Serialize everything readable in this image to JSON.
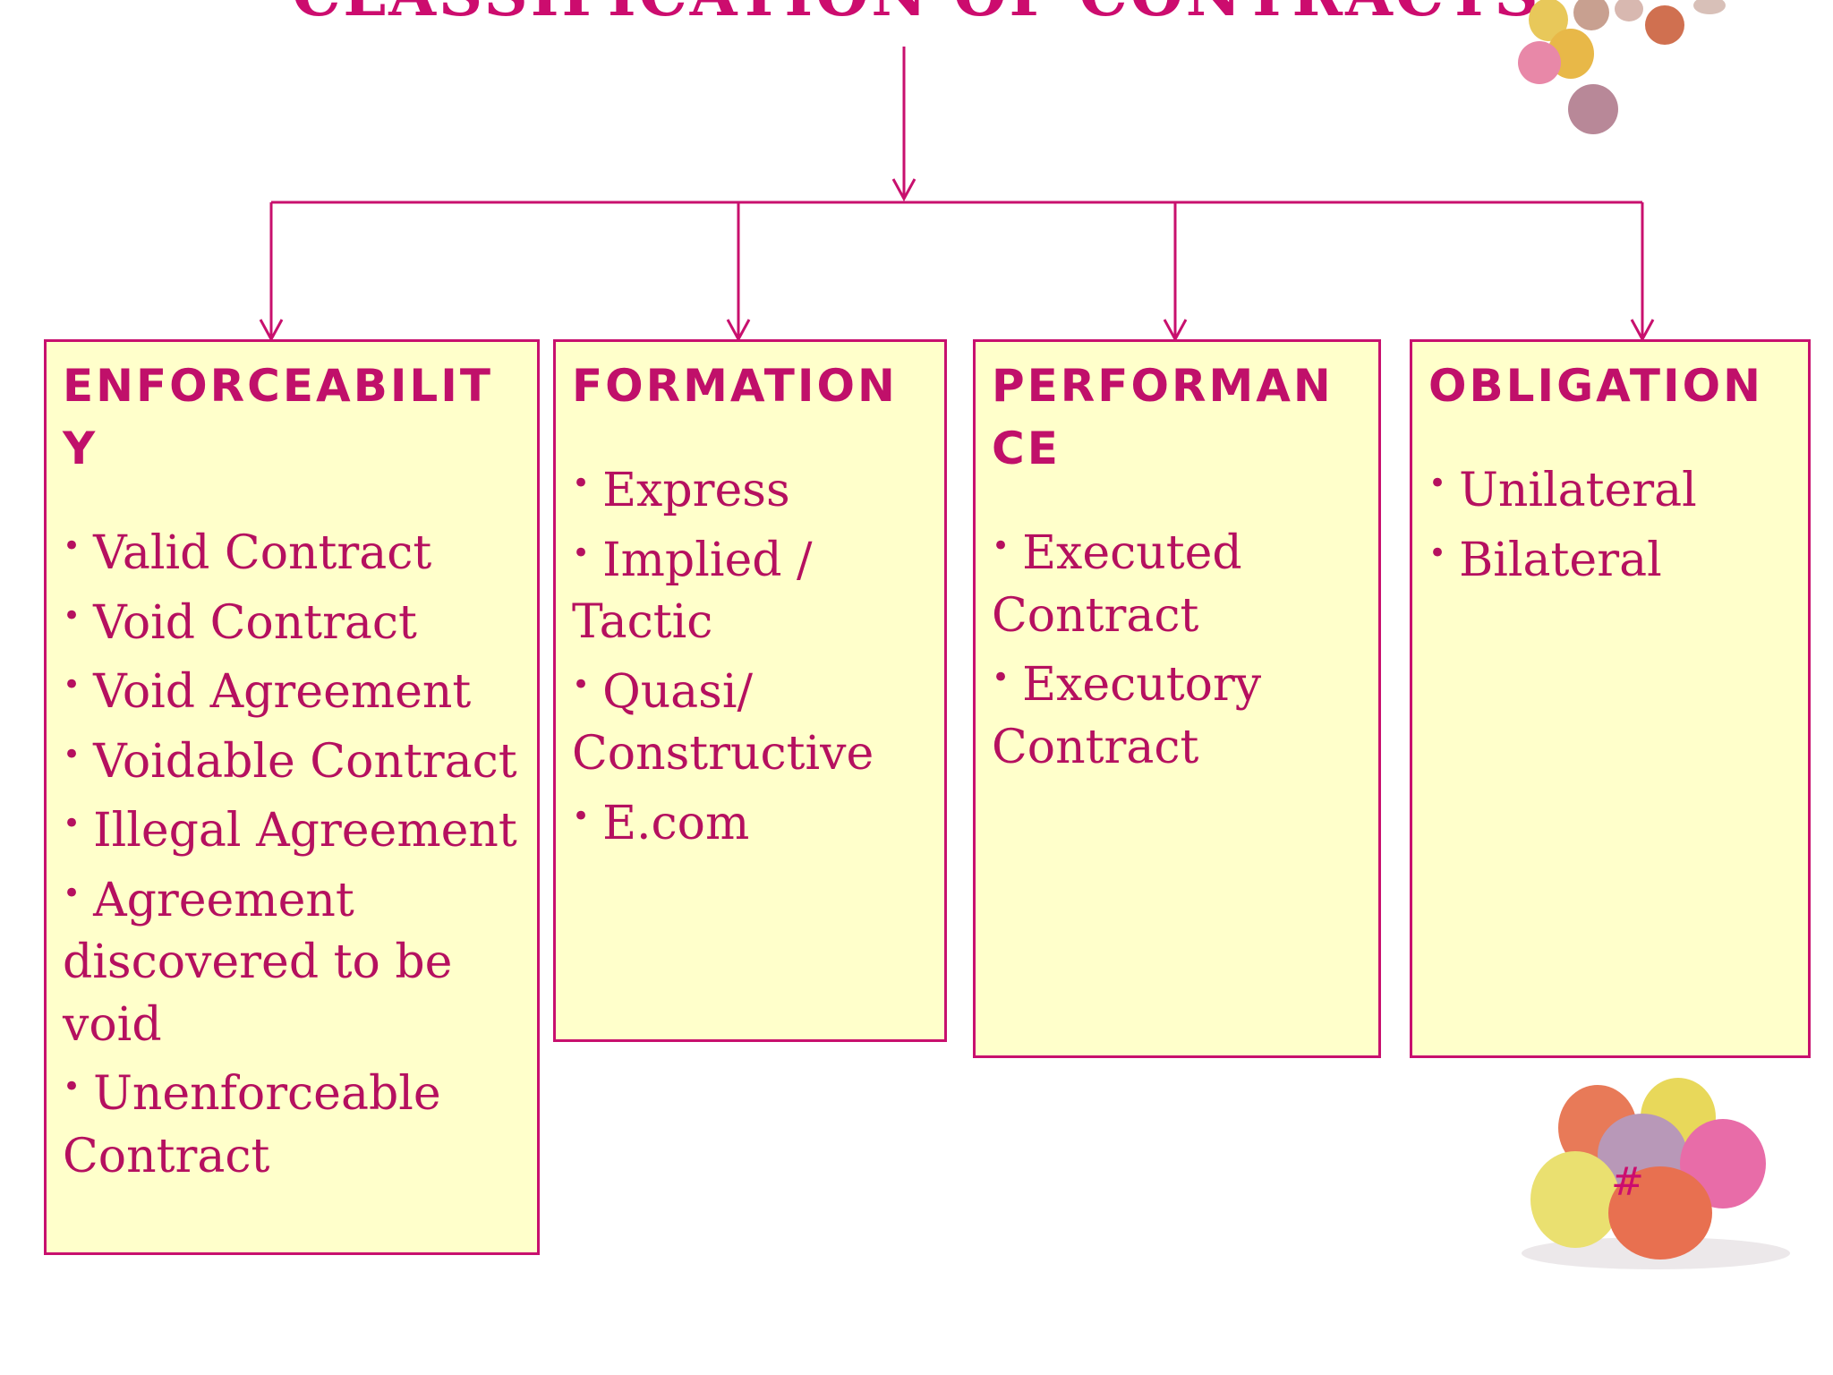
{
  "title": "CLASSIFICATION OF CONTRACTS",
  "colors": {
    "accent": "#cc0c6e",
    "box_fill": "#ffffcb",
    "box_border": "#c8106e"
  },
  "categories": [
    {
      "heading": "ENFORCEABILITY",
      "items": [
        "Valid Contract",
        "Void Contract",
        "Void Agreement",
        "Voidable Contract",
        "Illegal Agreement",
        "Agreement discovered to be void",
        "Unenforceable Contract"
      ]
    },
    {
      "heading": "FORMATION",
      "items": [
        "Express",
        "Implied / Tactic",
        "Quasi/ Constructive",
        "E.com"
      ]
    },
    {
      "heading": "PERFORMANCE",
      "items": [
        "Executed Contract",
        "Executory Contract"
      ]
    },
    {
      "heading": "OBLIGATION",
      "items": [
        "Unilateral",
        "Bilateral"
      ]
    }
  ],
  "slide_number": "#"
}
